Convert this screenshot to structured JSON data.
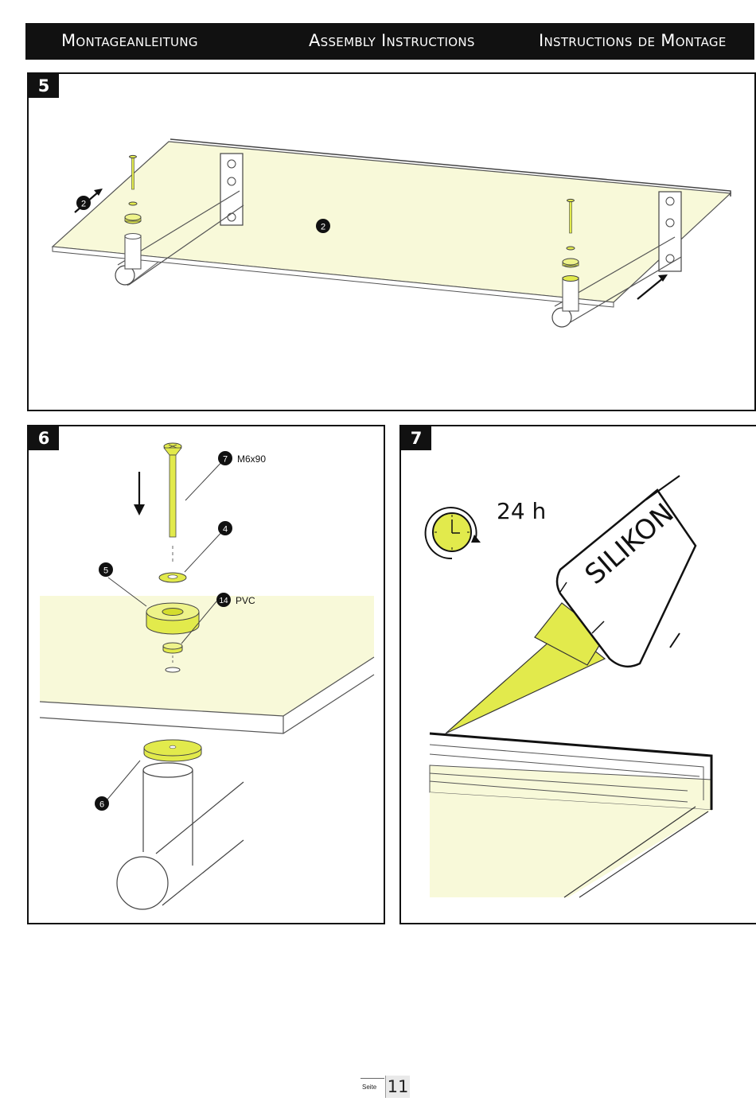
{
  "header": {
    "title_de": "Montageanleitung",
    "title_en": "Assembly Instructions",
    "title_fr": "Instructions de Montage"
  },
  "steps": [
    {
      "number": "5",
      "callouts": [
        {
          "num": "2"
        },
        {
          "num": "2"
        }
      ]
    },
    {
      "number": "6",
      "callouts": [
        {
          "num": "7",
          "text": "M6x90"
        },
        {
          "num": "4",
          "text": ""
        },
        {
          "num": "5",
          "text": ""
        },
        {
          "num": "14",
          "text": "PVC"
        },
        {
          "num": "6",
          "text": ""
        }
      ]
    },
    {
      "number": "7",
      "duration": "24 h",
      "tube_label": "SILIKON"
    }
  ],
  "footer": {
    "label": "Seite",
    "page": "11"
  },
  "colors": {
    "accent": "#e2ea4c",
    "glass": "#f8f9d9",
    "ink": "#111111"
  },
  "icons": [
    "arrow-icon",
    "clock-icon",
    "silicone-tube-icon"
  ]
}
